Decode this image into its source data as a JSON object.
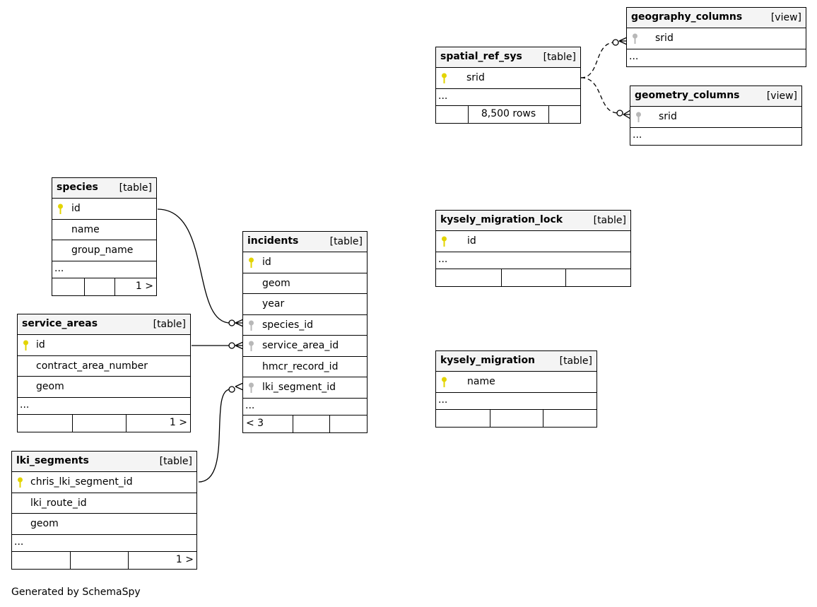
{
  "tables": {
    "spatial_ref_sys": {
      "name": "spatial_ref_sys",
      "kind": "[table]",
      "columns": [
        "srid"
      ],
      "more": "...",
      "footer_mid": "8,500 rows"
    },
    "geography_columns": {
      "name": "geography_columns",
      "kind": "[view]",
      "columns": [
        "srid"
      ],
      "more": "..."
    },
    "geometry_columns": {
      "name": "geometry_columns",
      "kind": "[view]",
      "columns": [
        "srid"
      ],
      "more": "..."
    },
    "species": {
      "name": "species",
      "kind": "[table]",
      "columns": [
        "id",
        "name",
        "group_name"
      ],
      "more": "...",
      "footer_right": "1 >"
    },
    "incidents": {
      "name": "incidents",
      "kind": "[table]",
      "columns": [
        "id",
        "geom",
        "year",
        "species_id",
        "service_area_id",
        "hmcr_record_id",
        "lki_segment_id"
      ],
      "more": "...",
      "footer_left": "< 3"
    },
    "service_areas": {
      "name": "service_areas",
      "kind": "[table]",
      "columns": [
        "id",
        "contract_area_number",
        "geom"
      ],
      "more": "...",
      "footer_right": "1 >"
    },
    "lki_segments": {
      "name": "lki_segments",
      "kind": "[table]",
      "columns": [
        "chris_lki_segment_id",
        "lki_route_id",
        "geom"
      ],
      "more": "...",
      "footer_right": "1 >"
    },
    "kysely_migration_lock": {
      "name": "kysely_migration_lock",
      "kind": "[table]",
      "columns": [
        "id"
      ],
      "more": "..."
    },
    "kysely_migration": {
      "name": "kysely_migration",
      "kind": "[table]",
      "columns": [
        "name"
      ],
      "more": "..."
    }
  },
  "key_icons": {
    "primary": "primary-key-icon",
    "foreign": "foreign-key-icon",
    "primary_color": "#e3d400",
    "foreign_color": "#b8b8b8"
  },
  "relationships": [
    {
      "from": "species.id",
      "to": "incidents.species_id",
      "style": "solid"
    },
    {
      "from": "service_areas.id",
      "to": "incidents.service_area_id",
      "style": "solid"
    },
    {
      "from": "lki_segments.chris_lki_segment_id",
      "to": "incidents.lki_segment_id",
      "style": "solid"
    },
    {
      "from": "spatial_ref_sys.srid",
      "to": "geography_columns.srid",
      "style": "dashed"
    },
    {
      "from": "spatial_ref_sys.srid",
      "to": "geometry_columns.srid",
      "style": "dashed"
    }
  ],
  "generated_by": "Generated by SchemaSpy"
}
